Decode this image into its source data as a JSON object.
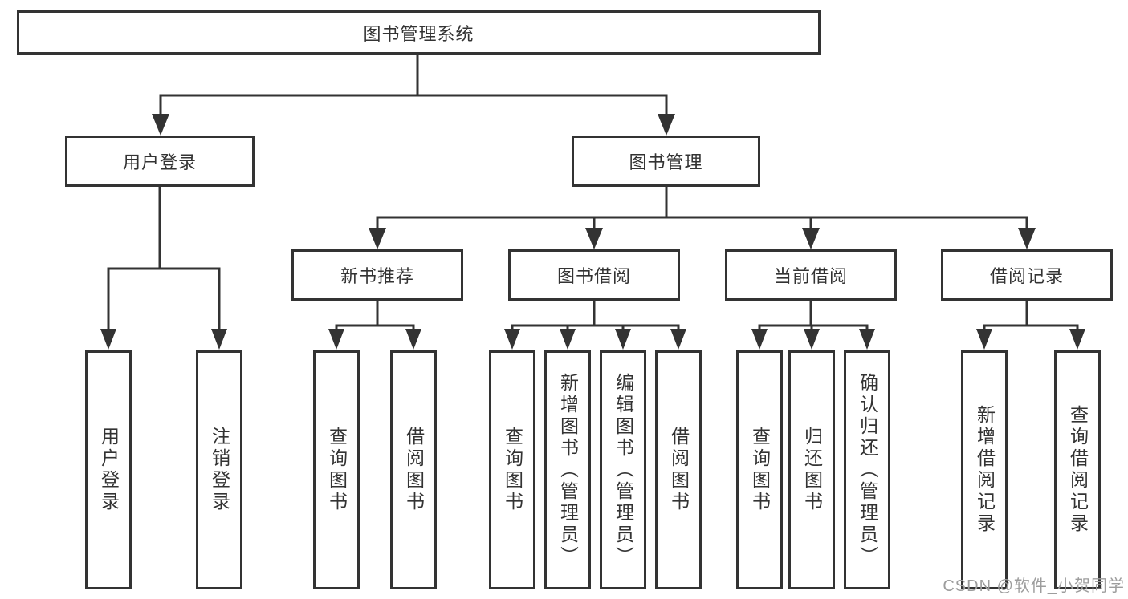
{
  "root": {
    "label": "图书管理系统"
  },
  "branches": [
    {
      "label": "用户登录",
      "children": [
        {
          "label": "用户登录"
        },
        {
          "label": "注销登录"
        }
      ]
    },
    {
      "label": "图书管理",
      "sections": [
        {
          "label": "新书推荐",
          "children": [
            {
              "label": "查询图书"
            },
            {
              "label": "借阅图书"
            }
          ]
        },
        {
          "label": "图书借阅",
          "children": [
            {
              "label": "查询图书"
            },
            {
              "label": "新增图书（管理员）"
            },
            {
              "label": "编辑图书（管理员）"
            },
            {
              "label": "借阅图书"
            }
          ]
        },
        {
          "label": "当前借阅",
          "children": [
            {
              "label": "查询图书"
            },
            {
              "label": "归还图书"
            },
            {
              "label": "确认归还（管理员）"
            }
          ]
        },
        {
          "label": "借阅记录",
          "children": [
            {
              "label": "新增借阅记录"
            },
            {
              "label": "查询借阅记录"
            }
          ]
        }
      ]
    }
  ],
  "watermark": {
    "text": "CSDN @软件_小贺同学"
  },
  "colors": {
    "line": "#333333",
    "text": "#333333",
    "watermark": "#9d9d9d",
    "background": "#ffffff"
  }
}
